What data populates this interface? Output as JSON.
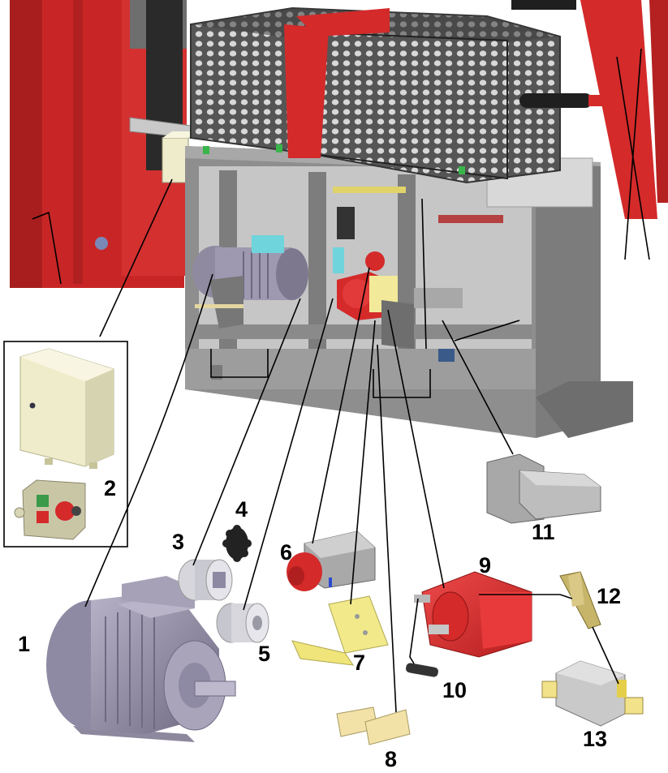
{
  "labels": {
    "l1": "1",
    "l2": "2",
    "l3": "3",
    "l4": "4",
    "l5": "5",
    "l6": "6",
    "l7": "7",
    "l8": "8",
    "l9": "9",
    "l10": "10",
    "l11": "11",
    "l12": "12",
    "l13": "13"
  },
  "colors": {
    "machine_red": "#d42a2a",
    "frame_grey": "#8c8c8c",
    "guard_dark": "#4a4a4a",
    "motor_lilac": "#9a95ab",
    "box_cream": "#efeccb",
    "wood": "#f2e2a8"
  }
}
